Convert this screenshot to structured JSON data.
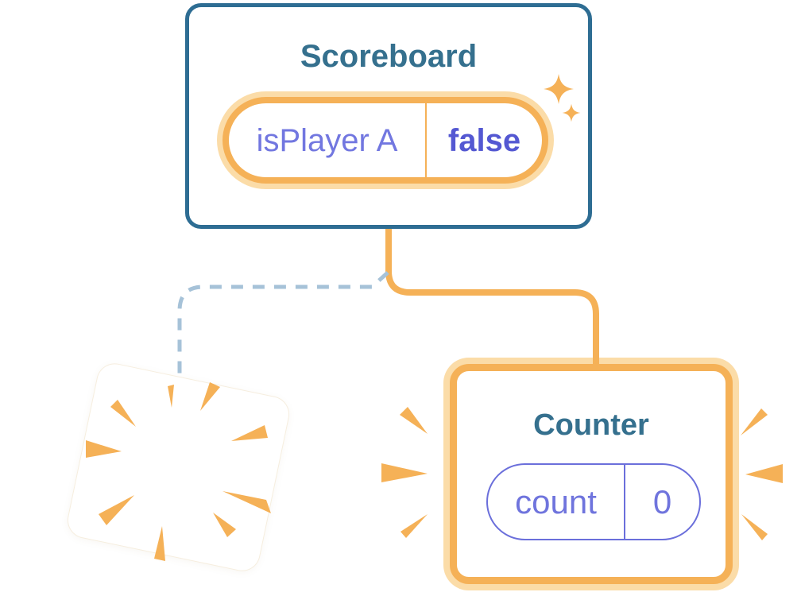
{
  "diagram": {
    "scoreboard": {
      "title": "Scoreboard",
      "state_pill": {
        "label": "isPlayer A",
        "value": "false"
      }
    },
    "counter": {
      "title": "Counter",
      "state_pill": {
        "label": "count",
        "value": "0"
      }
    },
    "icons": {
      "sparkles": "sparkles-icon",
      "destroyed_burst": "explosion-burst-icon",
      "emphasis_rays": "emphasis-rays-icon"
    },
    "colors": {
      "scoreboard_border_blue": "#2E6D93",
      "title_teal": "#35708E",
      "highlight_orange": "#F5B157",
      "highlight_orange_glow": "#FBDCA8",
      "state_label_purple": "#7277E0",
      "state_value_purple": "#5458D2",
      "counter_pill_border_purple": "#6B6FDB",
      "dashed_connector_blue": "#A6C2D8"
    }
  }
}
